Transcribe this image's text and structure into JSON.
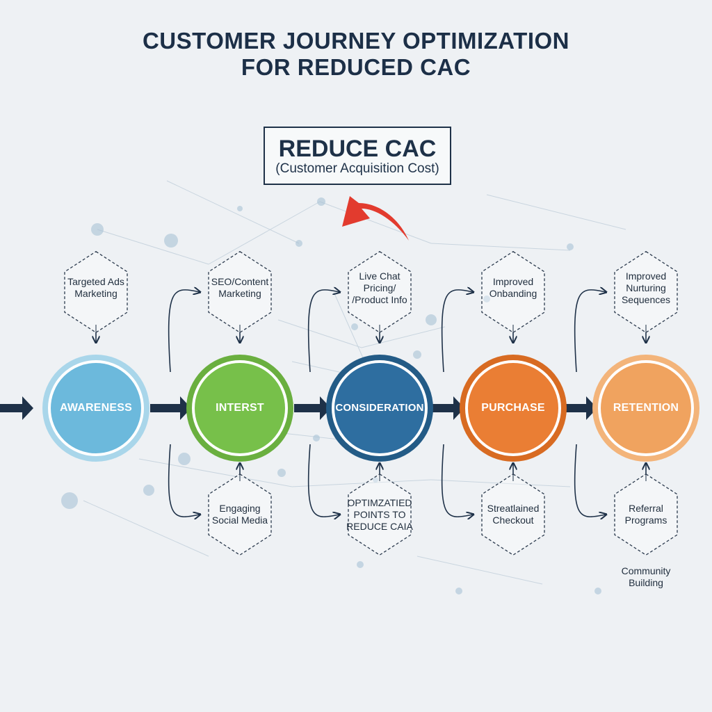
{
  "title": {
    "line1": "CUSTOMER JOURNEY OPTIMIZATION",
    "line2": "FOR REDUCED CAC"
  },
  "goal_box": {
    "main": "REDUCE CAC",
    "sub": "(Customer Acquisition Cost)"
  },
  "colors": {
    "title": "#1c2f47",
    "arrow": "#1e3148",
    "goal_arrow": "#e23b2e",
    "awareness": "#6cb9dc",
    "interest": "#77c04a",
    "consideration": "#2e6ea0",
    "purchase": "#ea7e34",
    "retention": "#f0a35f"
  },
  "stages": [
    {
      "id": "awareness",
      "label": "AWARENESS",
      "fill": "#6cb9dc",
      "ring": "#a9d6ea"
    },
    {
      "id": "interest",
      "label": "INTERST",
      "fill": "#77c04a",
      "ring": "#6aaf3f"
    },
    {
      "id": "consideration",
      "label": "CONSIDERATION",
      "fill": "#2e6ea0",
      "ring": "#235b86"
    },
    {
      "id": "purchase",
      "label": "PURCHASE",
      "fill": "#ea7e34",
      "ring": "#d86b22"
    },
    {
      "id": "retention",
      "label": "RETENTION",
      "fill": "#f0a35f",
      "ring": "#f3b47a"
    }
  ],
  "tactics_top": [
    {
      "stage": "awareness",
      "text": "Targeted Ads\nMarketing"
    },
    {
      "stage": "interest",
      "text": "SEO/Content\nMarketing"
    },
    {
      "stage": "consideration",
      "text": "Live Chat\nPricing/\n/Product Info"
    },
    {
      "stage": "purchase",
      "text": "Improved\nOnbanding"
    },
    {
      "stage": "retention",
      "text": "Improved\nNurturing\nSequences"
    }
  ],
  "tactics_bottom": [
    {
      "stage": "interest",
      "text": "Engaging\nSocial Media"
    },
    {
      "stage": "consideration",
      "text": "OPTIMZATIED\nPOINTS TO\nREDUCE CAIA"
    },
    {
      "stage": "purchase",
      "text": "Streatlained\nCheckout"
    },
    {
      "stage": "retention",
      "text": "Referral\nPrograms"
    }
  ],
  "extra_tactic": "Community\nBuilding"
}
